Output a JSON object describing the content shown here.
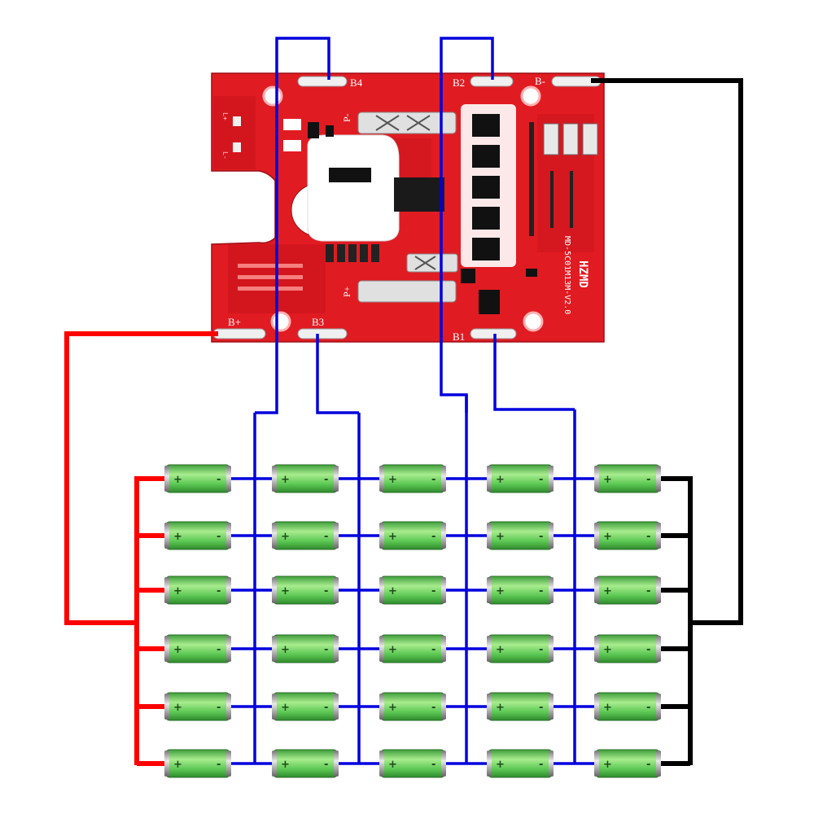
{
  "board": {
    "brand": "HZMD",
    "model": "MD-5C01M13M-V2.0",
    "pads": {
      "b4": "B4",
      "b2": "B2",
      "b_minus": "B-",
      "b3": "B3",
      "b_plus": "B+",
      "b1": "B1",
      "p_minus": "P-",
      "p_plus": "P+"
    },
    "edge_marks": [
      "L+",
      "L-"
    ]
  },
  "cells": {
    "rows": 6,
    "columns": 5,
    "positive_mark": "+",
    "negative_mark": "-"
  },
  "colors": {
    "pcb": "#e11b22",
    "pcb_dark": "#b3121a",
    "pad": "#f0f0f0",
    "positive_wire": "#ff0000",
    "balance_wire": "#0000dd",
    "negative_wire": "#000000",
    "cell": "#54c850",
    "cell_highlight": "#a8ec8e",
    "cell_cap": "#c8c8c8"
  }
}
